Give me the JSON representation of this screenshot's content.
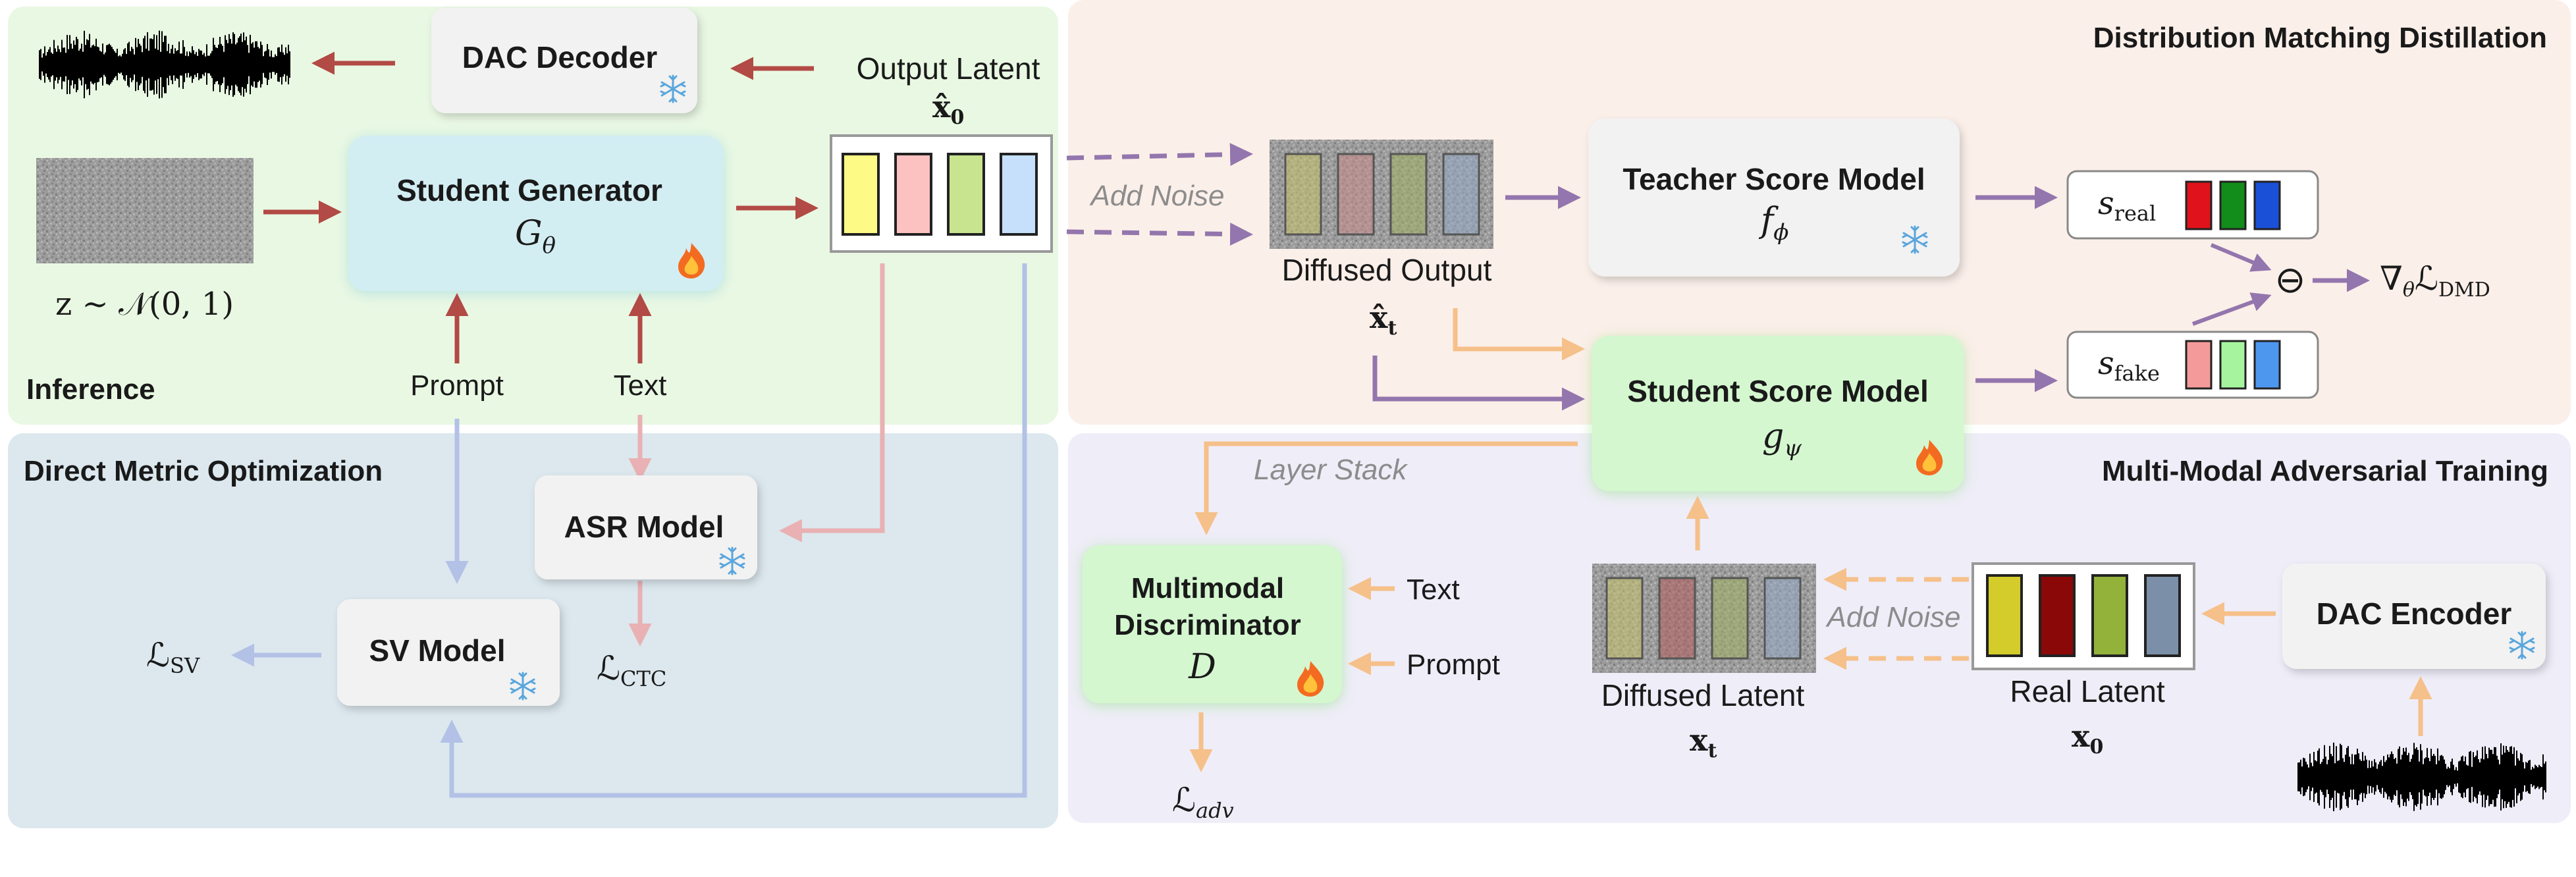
{
  "regions": {
    "inference": {
      "title": "Inference"
    },
    "dmo": {
      "title": "Direct Metric Optimization"
    },
    "dmd": {
      "title": "Distribution Matching Distillation"
    },
    "mmat": {
      "title": "Multi-Modal Adversarial Training"
    }
  },
  "blocks": {
    "dac_decoder": {
      "title": "DAC Decoder"
    },
    "student_generator": {
      "title": "Student Generator",
      "symbol": "G",
      "sub": "θ"
    },
    "asr_model": {
      "title": "ASR Model"
    },
    "sv_model": {
      "title": "SV Model"
    },
    "teacher_score": {
      "title": "Teacher Score Model",
      "symbol": "f",
      "sub": "ϕ"
    },
    "student_score": {
      "title": "Student Score Model",
      "symbol": "g",
      "sub": "ψ"
    },
    "discriminator": {
      "title_line1": "Multimodal",
      "title_line2": "Discriminator",
      "symbol": "D"
    },
    "dac_encoder": {
      "title": "DAC Encoder"
    }
  },
  "labels": {
    "output_latent": "Output Latent",
    "output_latent_sym": "x̂",
    "output_latent_sub": "0",
    "noise_input": "z ∼ 𝒩(0, 1)",
    "prompt": "Prompt",
    "text": "Text",
    "add_noise_top": "Add Noise",
    "diffused_output": "Diffused Output",
    "diffused_output_sym": "x̂",
    "diffused_output_sub": "t",
    "s_real": "s",
    "s_real_sub": "real",
    "s_fake": "s",
    "s_fake_sub": "fake",
    "ominus": "⊖",
    "grad_loss": "∇",
    "grad_sub": "θ",
    "grad_L": "ℒ",
    "grad_L_sub": "DMD",
    "layer_stack": "Layer Stack",
    "disc_text": "Text",
    "disc_prompt": "Prompt",
    "loss_adv": "ℒ",
    "loss_adv_sub": "adv",
    "diffused_latent": "Diffused Latent",
    "diffused_latent_sym": "x",
    "diffused_latent_sub": "t",
    "add_noise_bottom": "Add Noise",
    "real_latent": "Real Latent",
    "real_latent_sym": "x",
    "real_latent_sub": "0",
    "loss_sv": "ℒ",
    "loss_sv_sub": "SV",
    "loss_ctc": "ℒ",
    "loss_ctc_sub": "CTC"
  },
  "colors": {
    "inference_bg": "#e9f8e3",
    "dmo_bg": "#dce8ee",
    "dmd_bg": "#fbefe9",
    "mmat_bg": "#efedf8",
    "red_arrow": "#b24a45",
    "purple_arrow": "#9376ad",
    "orange_arrow": "#f5c089",
    "pink_arrow": "#e9b1b3",
    "blue_arrow": "#b3c1e6",
    "latent_yellow": "#fdfb86",
    "latent_pink": "#fcc2c2",
    "latent_green": "#c8e48f",
    "latent_blue": "#c6e0fb",
    "real_yellow": "#d3cc2a",
    "real_red": "#8a0808",
    "real_green": "#92b23a",
    "real_gray": "#7b8fa8",
    "score_red": "#e0121b",
    "score_green": "#128c1a",
    "score_blue": "#1a4fd8",
    "fake_pink": "#f59a9a",
    "fake_green": "#a6f59e",
    "fake_blue": "#4d97ef"
  }
}
